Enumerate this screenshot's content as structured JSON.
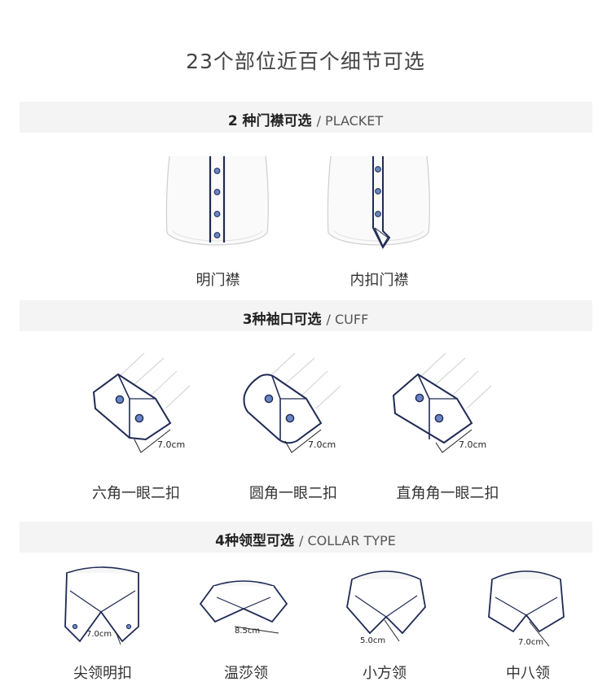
{
  "title": "23个部位近百个细节可选",
  "sections": {
    "placket": {
      "title_cn": "2 种门襟可选",
      "title_en": "/ PLACKET",
      "items": [
        "明门襟",
        "内扣门襟"
      ]
    },
    "cuff": {
      "title_cn": "3种袖口可选",
      "title_en": "/ CUFF",
      "measure": "7.0cm",
      "items": [
        "六角一眼二扣",
        "圆角一眼二扣",
        "直角角一眼二扣"
      ]
    },
    "collar": {
      "title_cn": "4种领型可选",
      "title_en": "/ COLLAR TYPE",
      "items": [
        "尖领明扣",
        "温莎领",
        "小方领",
        "中八领"
      ],
      "measures": [
        "7.0cm",
        "8.5cm",
        "5.0cm",
        "7.0cm"
      ]
    }
  },
  "colors": {
    "accent": "#1f2a55",
    "button": "#6b86c4",
    "band": "#f4f4f4"
  }
}
